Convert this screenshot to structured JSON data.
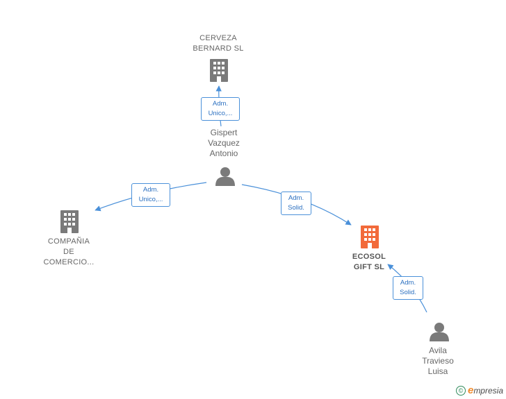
{
  "colors": {
    "edge": "#4a90d9",
    "node_default": "#7a7a7a",
    "node_focus": "#f26a3a",
    "label_text": "#666666"
  },
  "nodes": {
    "cerveza": {
      "label": "CERVEZA\nBERNARD  SL",
      "type": "company",
      "icon": "building-icon"
    },
    "gispert": {
      "label": "Gispert\nVazquez\nAntonio",
      "type": "person",
      "icon": "person-icon"
    },
    "compania": {
      "label": "COMPAÑIA\nDE\nCOMERCIO...",
      "type": "company",
      "icon": "building-icon"
    },
    "ecosol": {
      "label": "ECOSOL\nGIFT  SL",
      "type": "company",
      "icon": "building-icon",
      "focus": true
    },
    "avila": {
      "label": "Avila\nTravieso\nLuisa",
      "type": "person",
      "icon": "person-icon"
    }
  },
  "edges": {
    "gispert_cerveza": {
      "label": "Adm.\nUnico,..."
    },
    "gispert_compania": {
      "label": "Adm.\nUnico,..."
    },
    "gispert_ecosol": {
      "label": "Adm.\nSolid."
    },
    "avila_ecosol": {
      "label": "Adm.\nSolid."
    }
  },
  "brand": {
    "copyright_symbol": "©",
    "initial": "e",
    "name": "mpresia"
  }
}
